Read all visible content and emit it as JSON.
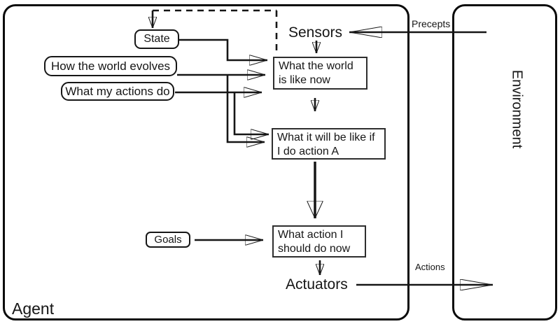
{
  "diagram": {
    "agent": {
      "label": "Agent"
    },
    "environment": {
      "label": "Environment"
    },
    "io": {
      "sensors_label": "Sensors",
      "actuators_label": "Actuators",
      "precepts_label": "Precepts",
      "actions_label": "Actions"
    },
    "knowledge_nodes": {
      "state": "State",
      "how_world_evolves": "How the world evolves",
      "what_actions_do": "What my actions do",
      "goals": "Goals"
    },
    "process_nodes": {
      "world_now": {
        "line1": "What the world",
        "line2": "is like now"
      },
      "world_if": {
        "line1": "What it will be like if",
        "line2": "I do action A"
      },
      "action_now": {
        "line1": "What action I",
        "line2": "should do now"
      }
    },
    "colors": {
      "ink": "#161616",
      "background": "#ffffff"
    }
  }
}
